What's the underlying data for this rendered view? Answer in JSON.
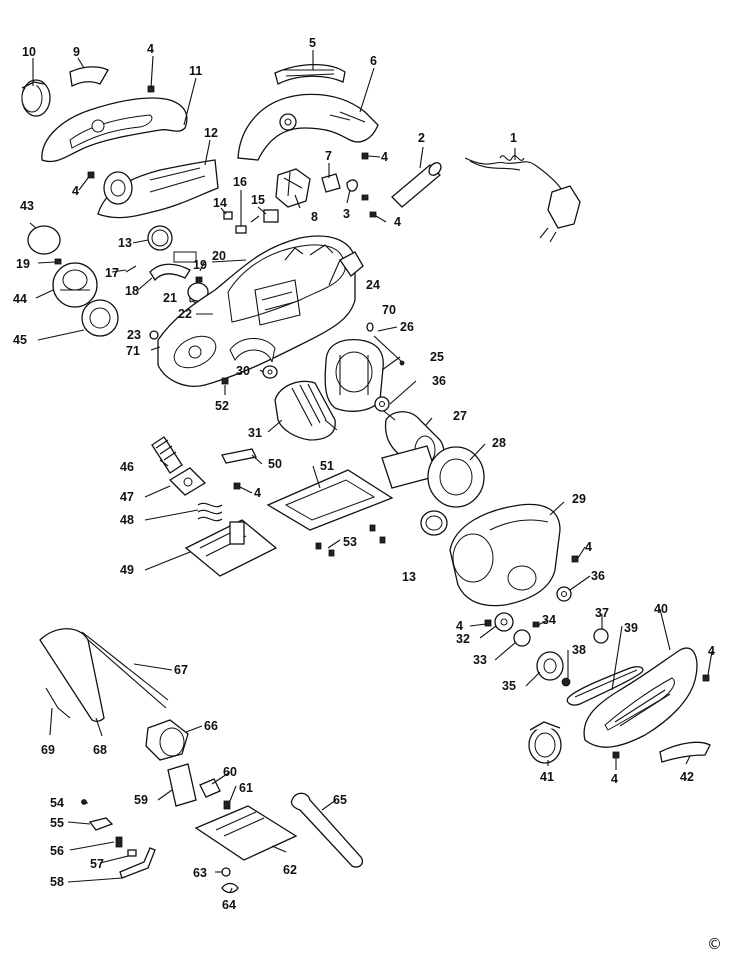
{
  "parts": [
    {
      "id": "p1",
      "label": "1"
    },
    {
      "id": "p2",
      "label": "2"
    },
    {
      "id": "p3",
      "label": "3"
    },
    {
      "id": "p4",
      "label": "4"
    },
    {
      "id": "p5",
      "label": "5"
    },
    {
      "id": "p6",
      "label": "6"
    },
    {
      "id": "p7",
      "label": "7"
    },
    {
      "id": "p8",
      "label": "8"
    },
    {
      "id": "p9",
      "label": "9"
    },
    {
      "id": "p10",
      "label": "10"
    },
    {
      "id": "p11",
      "label": "11"
    },
    {
      "id": "p12",
      "label": "12"
    },
    {
      "id": "p13",
      "label": "13"
    },
    {
      "id": "p14",
      "label": "14"
    },
    {
      "id": "p15",
      "label": "15"
    },
    {
      "id": "p16",
      "label": "16"
    },
    {
      "id": "p17",
      "label": "17"
    },
    {
      "id": "p18",
      "label": "18"
    },
    {
      "id": "p19",
      "label": "19"
    },
    {
      "id": "p20",
      "label": "20"
    },
    {
      "id": "p21",
      "label": "21"
    },
    {
      "id": "p22",
      "label": "22"
    },
    {
      "id": "p23",
      "label": "23"
    },
    {
      "id": "p24",
      "label": "24"
    },
    {
      "id": "p25",
      "label": "25"
    },
    {
      "id": "p26",
      "label": "26"
    },
    {
      "id": "p27",
      "label": "27"
    },
    {
      "id": "p28",
      "label": "28"
    },
    {
      "id": "p29",
      "label": "29"
    },
    {
      "id": "p30",
      "label": "30"
    },
    {
      "id": "p31",
      "label": "31"
    },
    {
      "id": "p32",
      "label": "32"
    },
    {
      "id": "p33",
      "label": "33"
    },
    {
      "id": "p34",
      "label": "34"
    },
    {
      "id": "p35",
      "label": "35"
    },
    {
      "id": "p36",
      "label": "36"
    },
    {
      "id": "p37",
      "label": "37"
    },
    {
      "id": "p38",
      "label": "38"
    },
    {
      "id": "p39",
      "label": "39"
    },
    {
      "id": "p40",
      "label": "40"
    },
    {
      "id": "p41",
      "label": "41"
    },
    {
      "id": "p42",
      "label": "42"
    },
    {
      "id": "p43",
      "label": "43"
    },
    {
      "id": "p44",
      "label": "44"
    },
    {
      "id": "p45",
      "label": "45"
    },
    {
      "id": "p46",
      "label": "46"
    },
    {
      "id": "p47",
      "label": "47"
    },
    {
      "id": "p48",
      "label": "48"
    },
    {
      "id": "p49",
      "label": "49"
    },
    {
      "id": "p50",
      "label": "50"
    },
    {
      "id": "p51",
      "label": "51"
    },
    {
      "id": "p52",
      "label": "52"
    },
    {
      "id": "p53",
      "label": "53"
    },
    {
      "id": "p54",
      "label": "54"
    },
    {
      "id": "p55",
      "label": "55"
    },
    {
      "id": "p56",
      "label": "56"
    },
    {
      "id": "p57",
      "label": "57"
    },
    {
      "id": "p58",
      "label": "58"
    },
    {
      "id": "p59",
      "label": "59"
    },
    {
      "id": "p60",
      "label": "60"
    },
    {
      "id": "p61",
      "label": "61"
    },
    {
      "id": "p62",
      "label": "62"
    },
    {
      "id": "p63",
      "label": "63"
    },
    {
      "id": "p64",
      "label": "64"
    },
    {
      "id": "p65",
      "label": "65"
    },
    {
      "id": "p66",
      "label": "66"
    },
    {
      "id": "p67",
      "label": "67"
    },
    {
      "id": "p68",
      "label": "68"
    },
    {
      "id": "p69",
      "label": "69"
    },
    {
      "id": "p70",
      "label": "70"
    },
    {
      "id": "p71",
      "label": "71"
    }
  ],
  "copyright_symbol": "©"
}
